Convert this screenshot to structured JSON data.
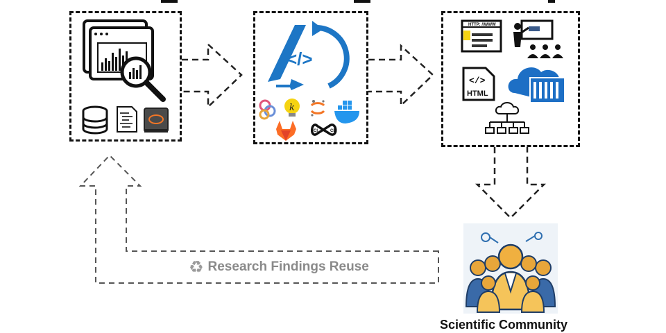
{
  "diagram": {
    "community_label": "Scientific Community",
    "reuse_label": "Research Findings Reuse",
    "pub_icons": {
      "html_label": "HTML",
      "url_label": "HTTP: //WWW"
    },
    "ci_cd": {
      "ci": "CI",
      "cd": "CD"
    }
  }
}
